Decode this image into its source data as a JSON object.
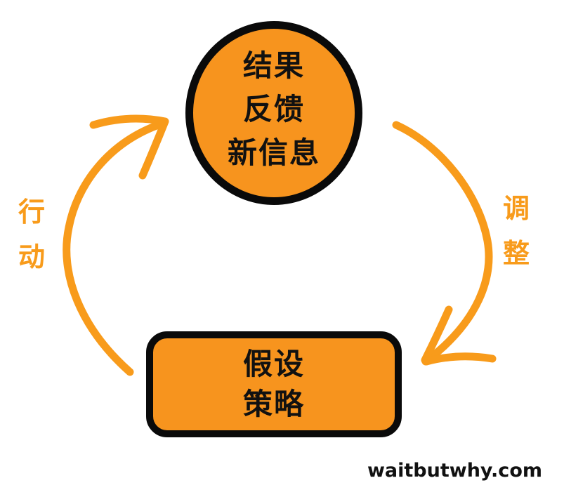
{
  "diagram": {
    "colors": {
      "shape_fill": "#F7941E",
      "outline": "#0a0a0a",
      "arrow": "#F89B1B",
      "label": "#F89B1B",
      "text": "#111111",
      "watermark": "#111111",
      "page_bg": "#ffffff"
    },
    "circle_node": {
      "lines": [
        "结果",
        "反馈",
        "新信息"
      ]
    },
    "rect_node": {
      "lines": [
        "假设",
        "策略"
      ]
    },
    "left_label": {
      "chars": [
        "行",
        "动"
      ]
    },
    "right_label": {
      "chars": [
        "调",
        "整"
      ]
    },
    "watermark": "waitbutwhy.com"
  }
}
